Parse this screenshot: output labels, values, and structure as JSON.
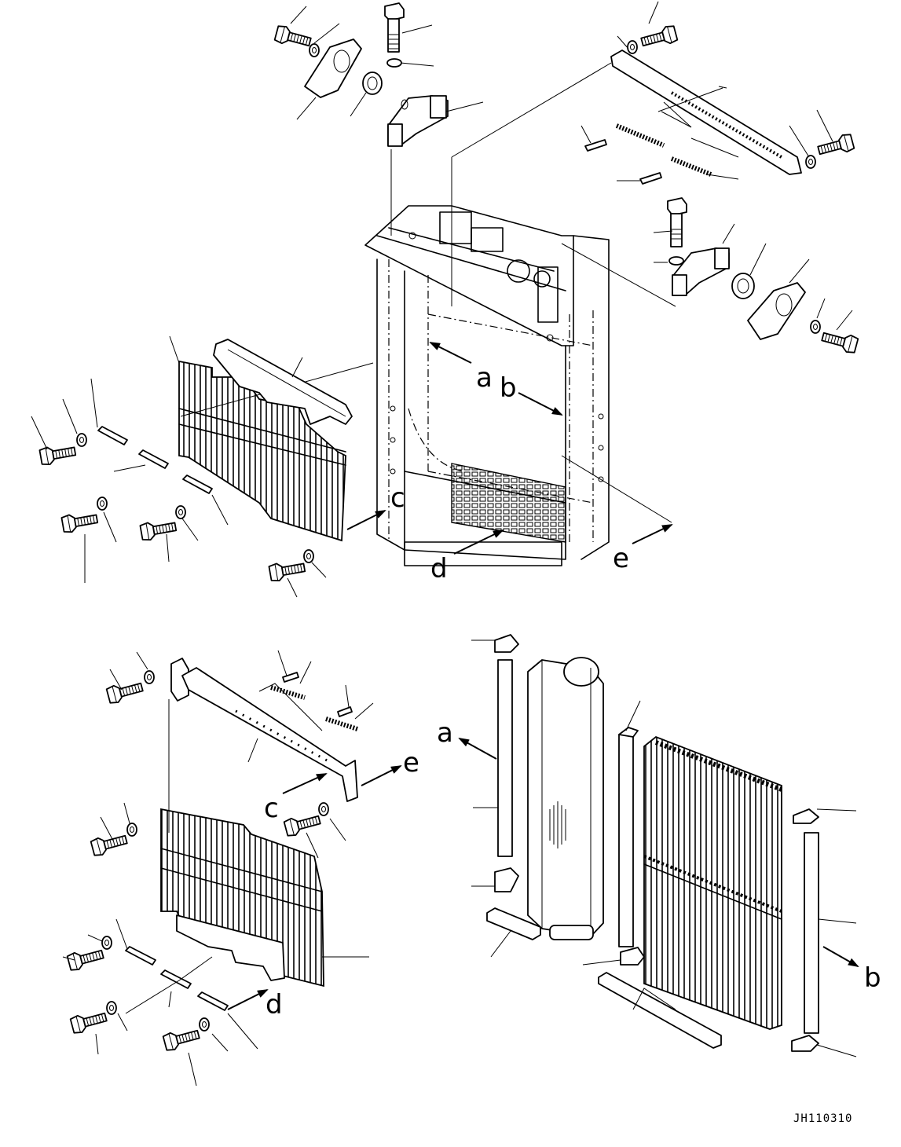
{
  "diagram": {
    "labels": {
      "a_main": "a",
      "b_main": "b",
      "c_main": "c",
      "d_main": "d",
      "e_main": "e",
      "c_lower": "c",
      "e_lower": "e",
      "d_lower": "d",
      "a_core": "a",
      "b_core": "b"
    },
    "drawing_code": "JH110310"
  }
}
